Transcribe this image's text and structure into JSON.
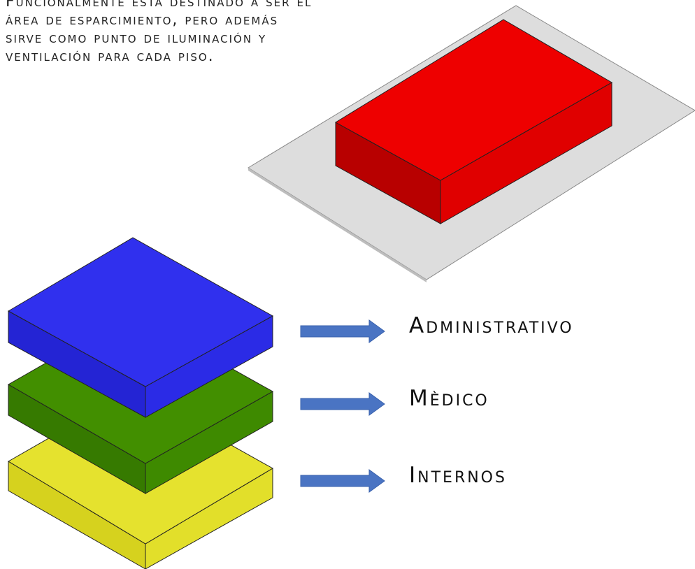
{
  "description": {
    "lines": [
      "Funcionalmente está destinado a ser el",
      "área de esparcimiento, pero además",
      "sirve como punto de iluminación y",
      "ventilación para cada piso."
    ]
  },
  "levels": [
    {
      "label": "Administrativo",
      "color": "#2b2be6"
    },
    {
      "label": "Mèdico",
      "color": "#3e8a00"
    },
    {
      "label": "Internos",
      "color": "#e2df2a"
    }
  ],
  "site": {
    "block_color": "#e60000",
    "ground_color": "#dddddd"
  },
  "arrow_color": "#4a74c3"
}
